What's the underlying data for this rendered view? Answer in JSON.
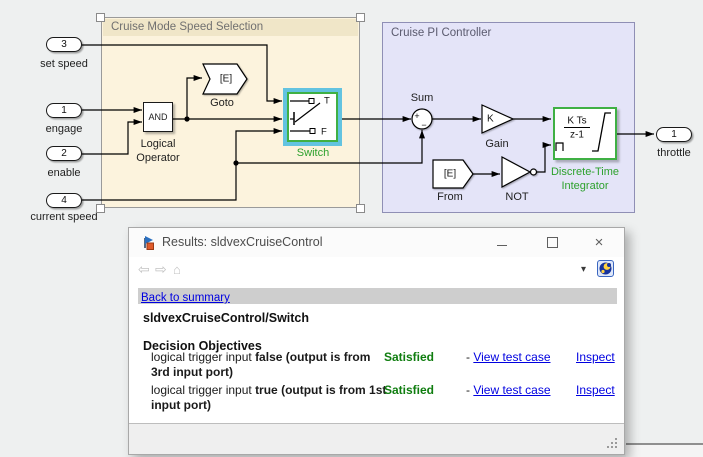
{
  "diagram": {
    "areas": [
      {
        "title": "Cruise Mode Speed Selection"
      },
      {
        "title": "Cruise PI Controller"
      }
    ],
    "ports_in": [
      {
        "num": "3",
        "label": "set speed"
      },
      {
        "num": "1",
        "label": "engage"
      },
      {
        "num": "2",
        "label": "enable"
      },
      {
        "num": "4",
        "label": "current speed"
      }
    ],
    "port_out": {
      "num": "1",
      "label": "throttle"
    },
    "blocks": {
      "and": {
        "text": "AND",
        "label": "Logical Operator"
      },
      "goto": {
        "text": "[E]",
        "label": "Goto"
      },
      "switch": {
        "label": "Switch",
        "t": "T",
        "f": "F"
      },
      "sum": {
        "label": "Sum",
        "plus": "+",
        "minus": "−"
      },
      "gain": {
        "text": "K",
        "label": "Gain"
      },
      "from": {
        "text": "[E]",
        "label": "From"
      },
      "not": {
        "label": "NOT"
      },
      "dti": {
        "num": "K Ts",
        "den": "z-1",
        "label": "Discrete-Time Integrator"
      }
    },
    "colors": {
      "highlight_cyan": "#63c3e0",
      "highlight_green": "#3fb044",
      "label_green": "#2da12d",
      "area_cream": "#fcf3dd",
      "area_lavender": "#e4e4f8"
    }
  },
  "dialog": {
    "title": "Results: sldvexCruiseControl",
    "icons": {
      "back_arrow": "⇦",
      "forward_arrow": "⇨",
      "home": "⌂",
      "dropdown_arrow": "▾",
      "close": "×"
    },
    "back_link": "Back to summary",
    "heading": "sldvexCruiseControl/Switch",
    "section": "Decision Objectives",
    "objectives": [
      {
        "prefix": "logical trigger input ",
        "bold": "false (output is from 3rd input port)",
        "status": "Satisfied",
        "dash": "- ",
        "link1": "View test case",
        "link2": "Inspect"
      },
      {
        "prefix": "logical trigger input ",
        "bold": "true (output is from 1st input port)",
        "status": "Satisfied",
        "dash": "- ",
        "link1": "View test case",
        "link2": "Inspect"
      }
    ],
    "status_color": "#0f7d0f",
    "link_color": "#0000e0"
  }
}
